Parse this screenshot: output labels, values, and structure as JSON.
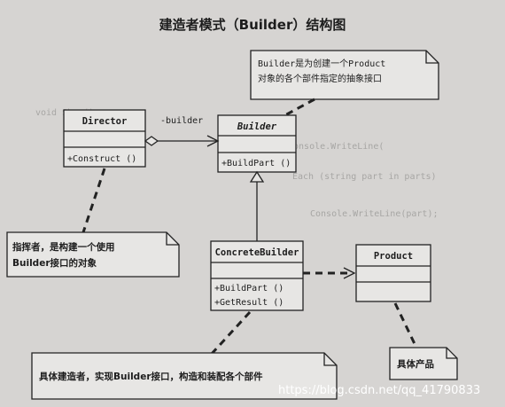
{
  "title": "建造者模式（Builder）结构图",
  "classes": {
    "director": {
      "name": "Director",
      "ops": [
        "+Construct ()"
      ]
    },
    "builder": {
      "name": "Builder",
      "ops": [
        "+BuildPart ()"
      ]
    },
    "concrete_builder": {
      "name": "ConcreteBuilder",
      "ops": [
        "+BuildPart ()",
        "+GetResult ()"
      ]
    },
    "product": {
      "name": "Product",
      "ops": []
    }
  },
  "association_role": "-builder",
  "notes": {
    "builder_note": [
      "Builder是为创建一个Product",
      "对象的各个部件指定的抽象接口"
    ],
    "director_note": [
      "指挥者，是构建一个使用",
      "Builder接口的对象"
    ],
    "concrete_note": [
      "具体建造者，实现Builder接口，构造和装配各个部件"
    ],
    "product_note": [
      "具体产品"
    ]
  },
  "watermark": "https://blog.csdn.net/qq_41790833",
  "background_bleed": [
    "void Show()",
    "Console.WriteLine(",
    "Each (string part in parts)",
    "Console.WriteLine(part);"
  ],
  "colors": {
    "paper": "#e7e6e4",
    "ink": "#222222",
    "page": "#d6d4d2"
  }
}
